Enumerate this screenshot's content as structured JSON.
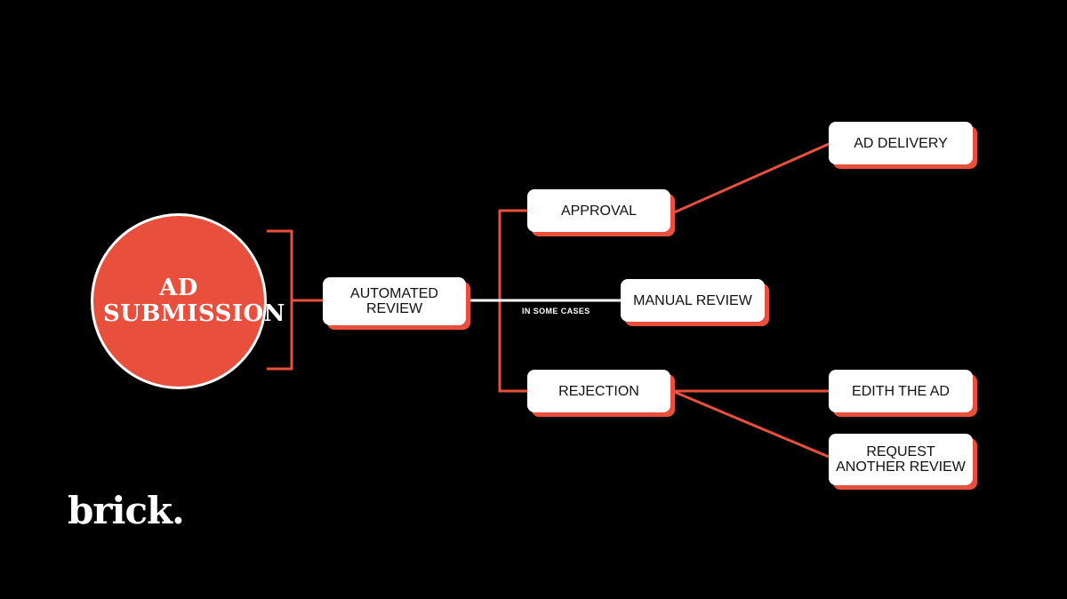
{
  "colors": {
    "accent": "#e8503d",
    "background": "#000000",
    "node_fill": "#ffffff",
    "text": "#111111"
  },
  "diagram": {
    "start": {
      "label": "AD SUBMISSION"
    },
    "nodes": {
      "automated_review": "AUTOMATED\nREVIEW",
      "approval": "APPROVAL",
      "manual_review": "MANUAL REVIEW",
      "rejection": "REJECTION",
      "ad_delivery": "AD DELIVERY",
      "edit_ad": "EDITH THE AD",
      "request_review": "REQUEST\nANOTHER REVIEW"
    },
    "connector_labels": {
      "in_some_cases": "IN SOME CASES"
    },
    "edges": [
      {
        "from": "AD SUBMISSION",
        "to": "AUTOMATED REVIEW"
      },
      {
        "from": "AUTOMATED REVIEW",
        "to": "APPROVAL"
      },
      {
        "from": "AUTOMATED REVIEW",
        "to": "MANUAL REVIEW",
        "label": "IN SOME CASES"
      },
      {
        "from": "AUTOMATED REVIEW",
        "to": "REJECTION"
      },
      {
        "from": "APPROVAL",
        "to": "AD DELIVERY"
      },
      {
        "from": "REJECTION",
        "to": "EDITH THE AD"
      },
      {
        "from": "REJECTION",
        "to": "REQUEST ANOTHER REVIEW"
      }
    ]
  },
  "brand": {
    "logo_text": "brick."
  }
}
